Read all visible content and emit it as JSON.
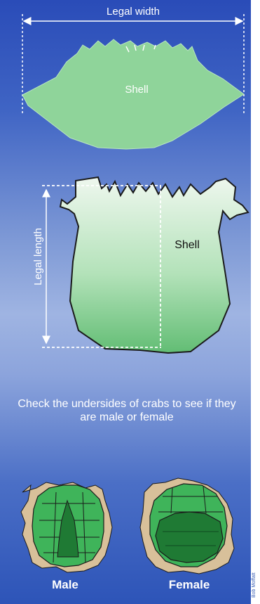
{
  "labels": {
    "legal_width": "Legal width",
    "shell_top": "Shell",
    "shell_body": "Shell",
    "legal_length": "Legal length",
    "instructions": "Check the undersides of crabs to see if they are male or female",
    "male": "Male",
    "female": "Female",
    "credit": "Bob Moffatt"
  },
  "colors": {
    "background_top": "#2a4cb8",
    "background_mid": "#9fb4e2",
    "shell_green": "#8fd49a",
    "crab_green": "#3fb45a",
    "crab_dark_green": "#1f7a34",
    "leg_tan": "#d8c09a",
    "outline": "#1a1a1a",
    "measure_line": "#ffffff"
  }
}
